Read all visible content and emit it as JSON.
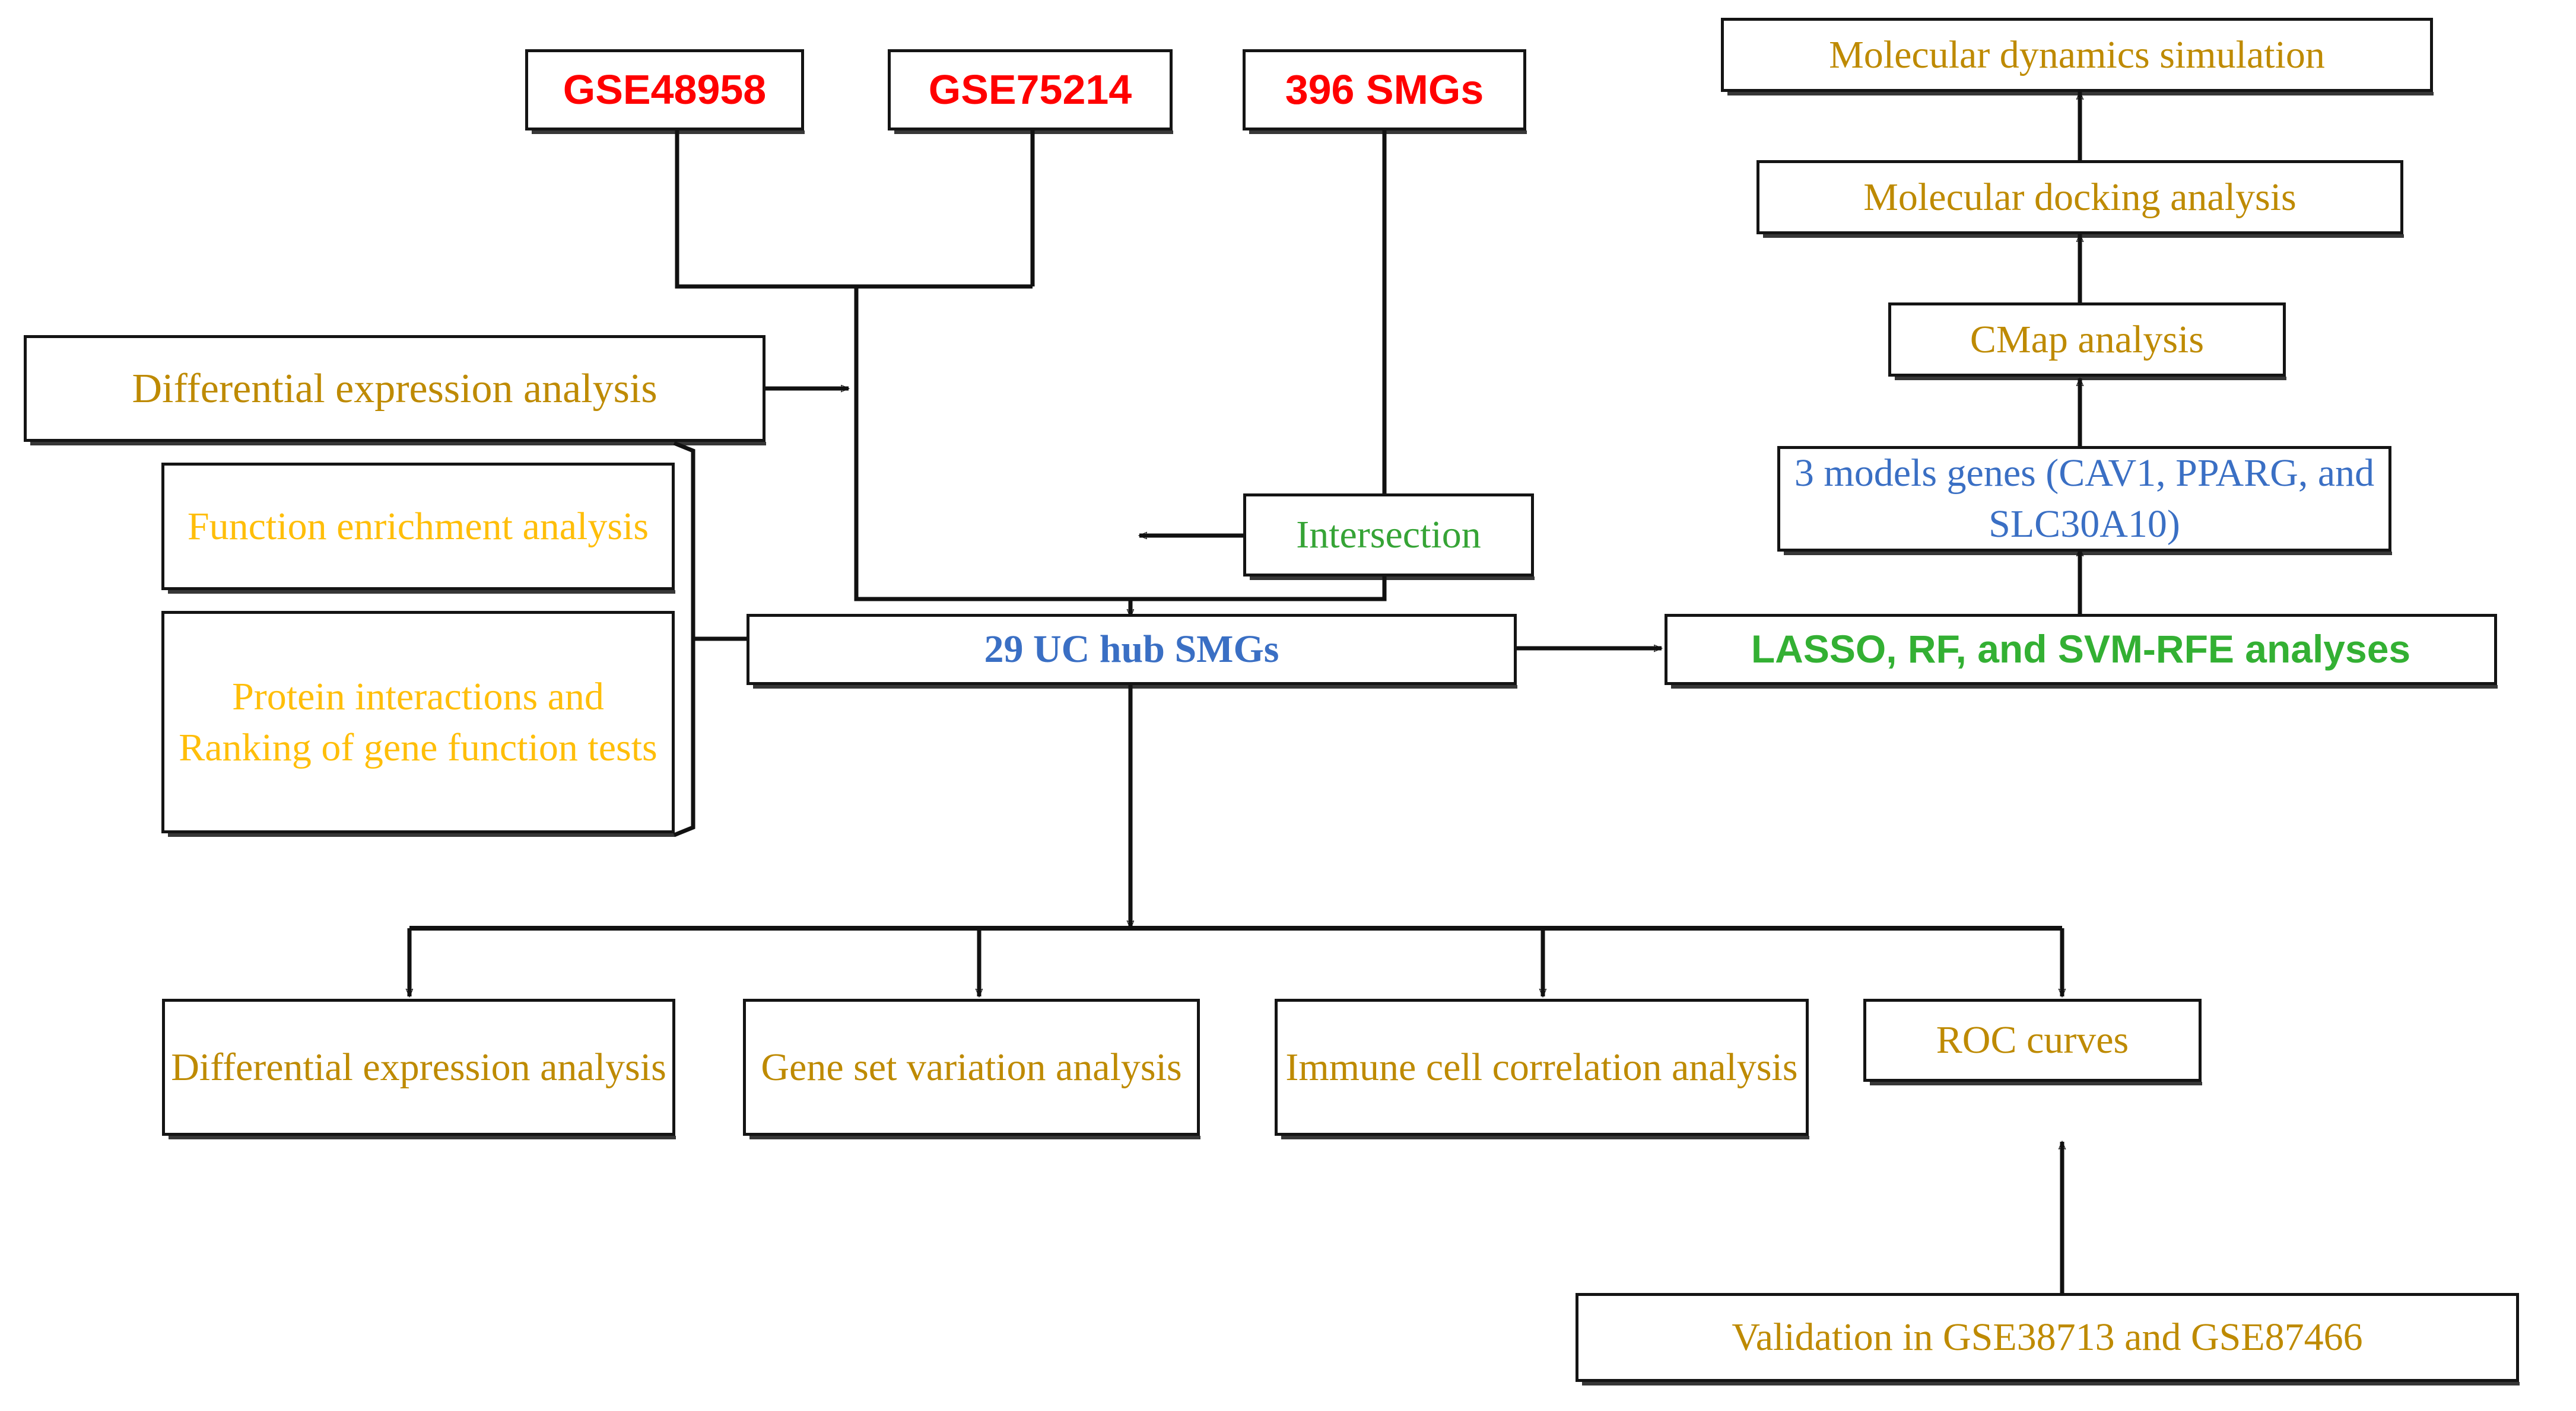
{
  "diagram": {
    "title": "Ulcerative colitis SMG bioinformatics analysis workflow",
    "colors": {
      "red": "#FF0000",
      "gold": "#BE8A00",
      "amber": "#FFBE09",
      "blue": "#3A6FC4",
      "green": "#33B033",
      "box_border": "#141414",
      "connector": "#111111",
      "background": "#FFFFFF"
    }
  },
  "nodes": {
    "dataset_gse48958": {
      "label": "GSE48958"
    },
    "dataset_gse75214": {
      "label": "GSE75214"
    },
    "dataset_396_smgs": {
      "label": "396 SMGs"
    },
    "diff_expr_top": {
      "label": "Differential expression analysis"
    },
    "function_enrichment": {
      "label": "Function enrichment analysis"
    },
    "protein_ranking": {
      "label": "Protein interactions and Ranking of gene function tests"
    },
    "intersection": {
      "label": "Intersection"
    },
    "hub_smgs": {
      "label": "29 UC hub SMGs"
    },
    "lasso_rf_svm": {
      "label": "LASSO, RF, and SVM-RFE analyses"
    },
    "three_model_genes": {
      "label": "3 models genes (CAV1, PPARG, and SLC30A10)"
    },
    "cmap": {
      "label": "CMap analysis"
    },
    "docking": {
      "label": "Molecular docking analysis"
    },
    "md_simulation": {
      "label": "Molecular dynamics simulation"
    },
    "diff_expr_bottom": {
      "label": "Differential expression analysis"
    },
    "gsva": {
      "label": "Gene set variation analysis"
    },
    "immune_corr": {
      "label": "Immune cell correlation analysis"
    },
    "roc_curves": {
      "label": "ROC curves"
    },
    "validation": {
      "label": "Validation in GSE38713 and GSE87466"
    }
  }
}
